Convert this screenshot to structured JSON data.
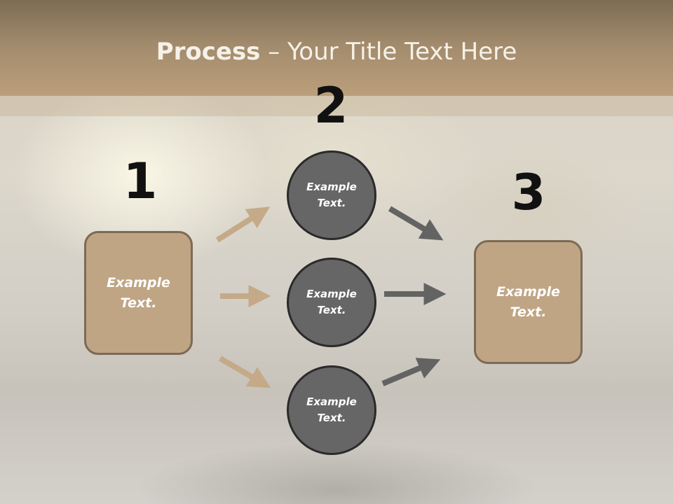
{
  "slide": {
    "title_bold": "Process",
    "title_rest": " – Your Title Text Here",
    "step_numbers": [
      "1",
      "2",
      "3"
    ],
    "left_box": {
      "label": "Example\nText."
    },
    "right_box": {
      "label": "Example\nText."
    },
    "circles": [
      {
        "label": "Example\nText."
      },
      {
        "label": "Example\nText."
      },
      {
        "label": "Example\nText."
      }
    ],
    "colors": {
      "header": "#a18a6c",
      "box_fill": "#bfa584",
      "box_border": "#7c6a55",
      "circle_fill": "#666666",
      "left_arrows": "#c4aa88",
      "right_arrows": "#636363"
    }
  }
}
